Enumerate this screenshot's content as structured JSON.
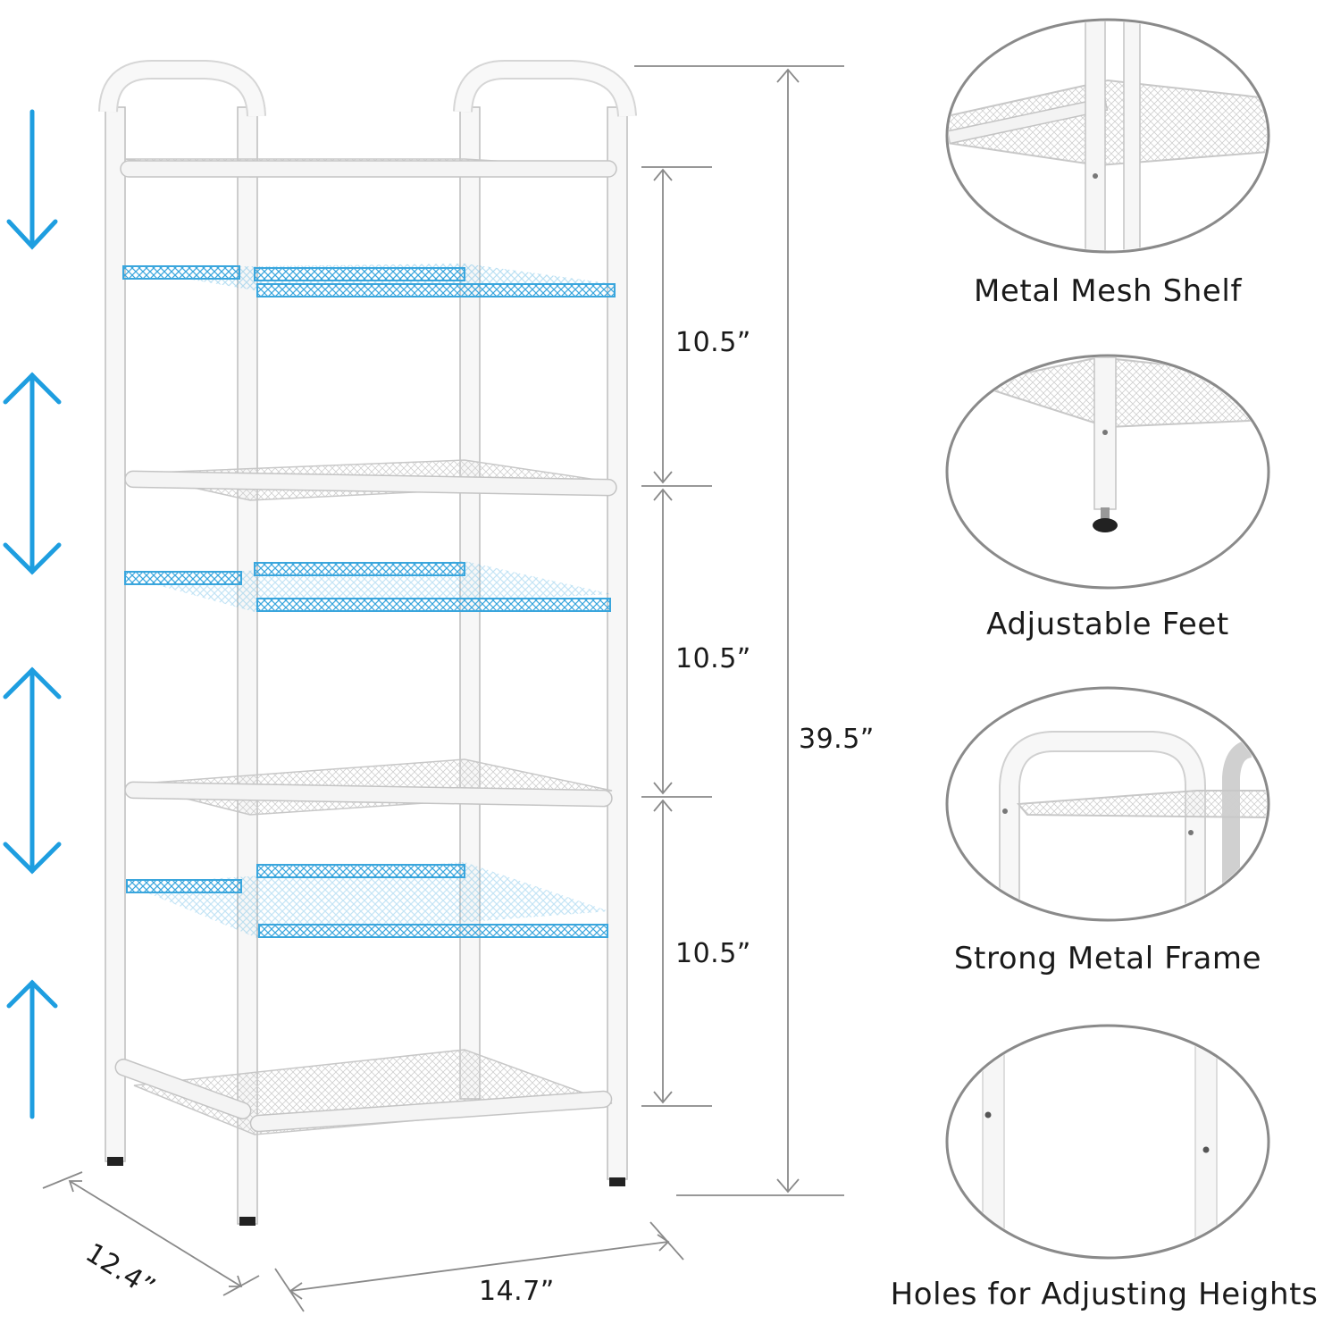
{
  "dimensions": {
    "shelf_spacing_1": "10.5”",
    "shelf_spacing_2": "10.5”",
    "shelf_spacing_3": "10.5”",
    "total_height": "39.5”",
    "depth": "12.4”",
    "width": "14.7”"
  },
  "features": [
    {
      "label": "Metal Mesh Shelf",
      "icon": "mesh-shelf-closeup"
    },
    {
      "label": "Adjustable Feet",
      "icon": "adjustable-foot-closeup"
    },
    {
      "label": "Strong Metal Frame",
      "icon": "frame-handle-closeup"
    },
    {
      "label": "Holes for Adjusting Heights",
      "icon": "adjustment-holes-closeup"
    }
  ],
  "colors": {
    "arrow_blue": "#1e9ee0",
    "frame_white": "#f6f6f6",
    "outline_gray": "#7a7a7a",
    "highlight_shelf": "#3aa6dd"
  }
}
